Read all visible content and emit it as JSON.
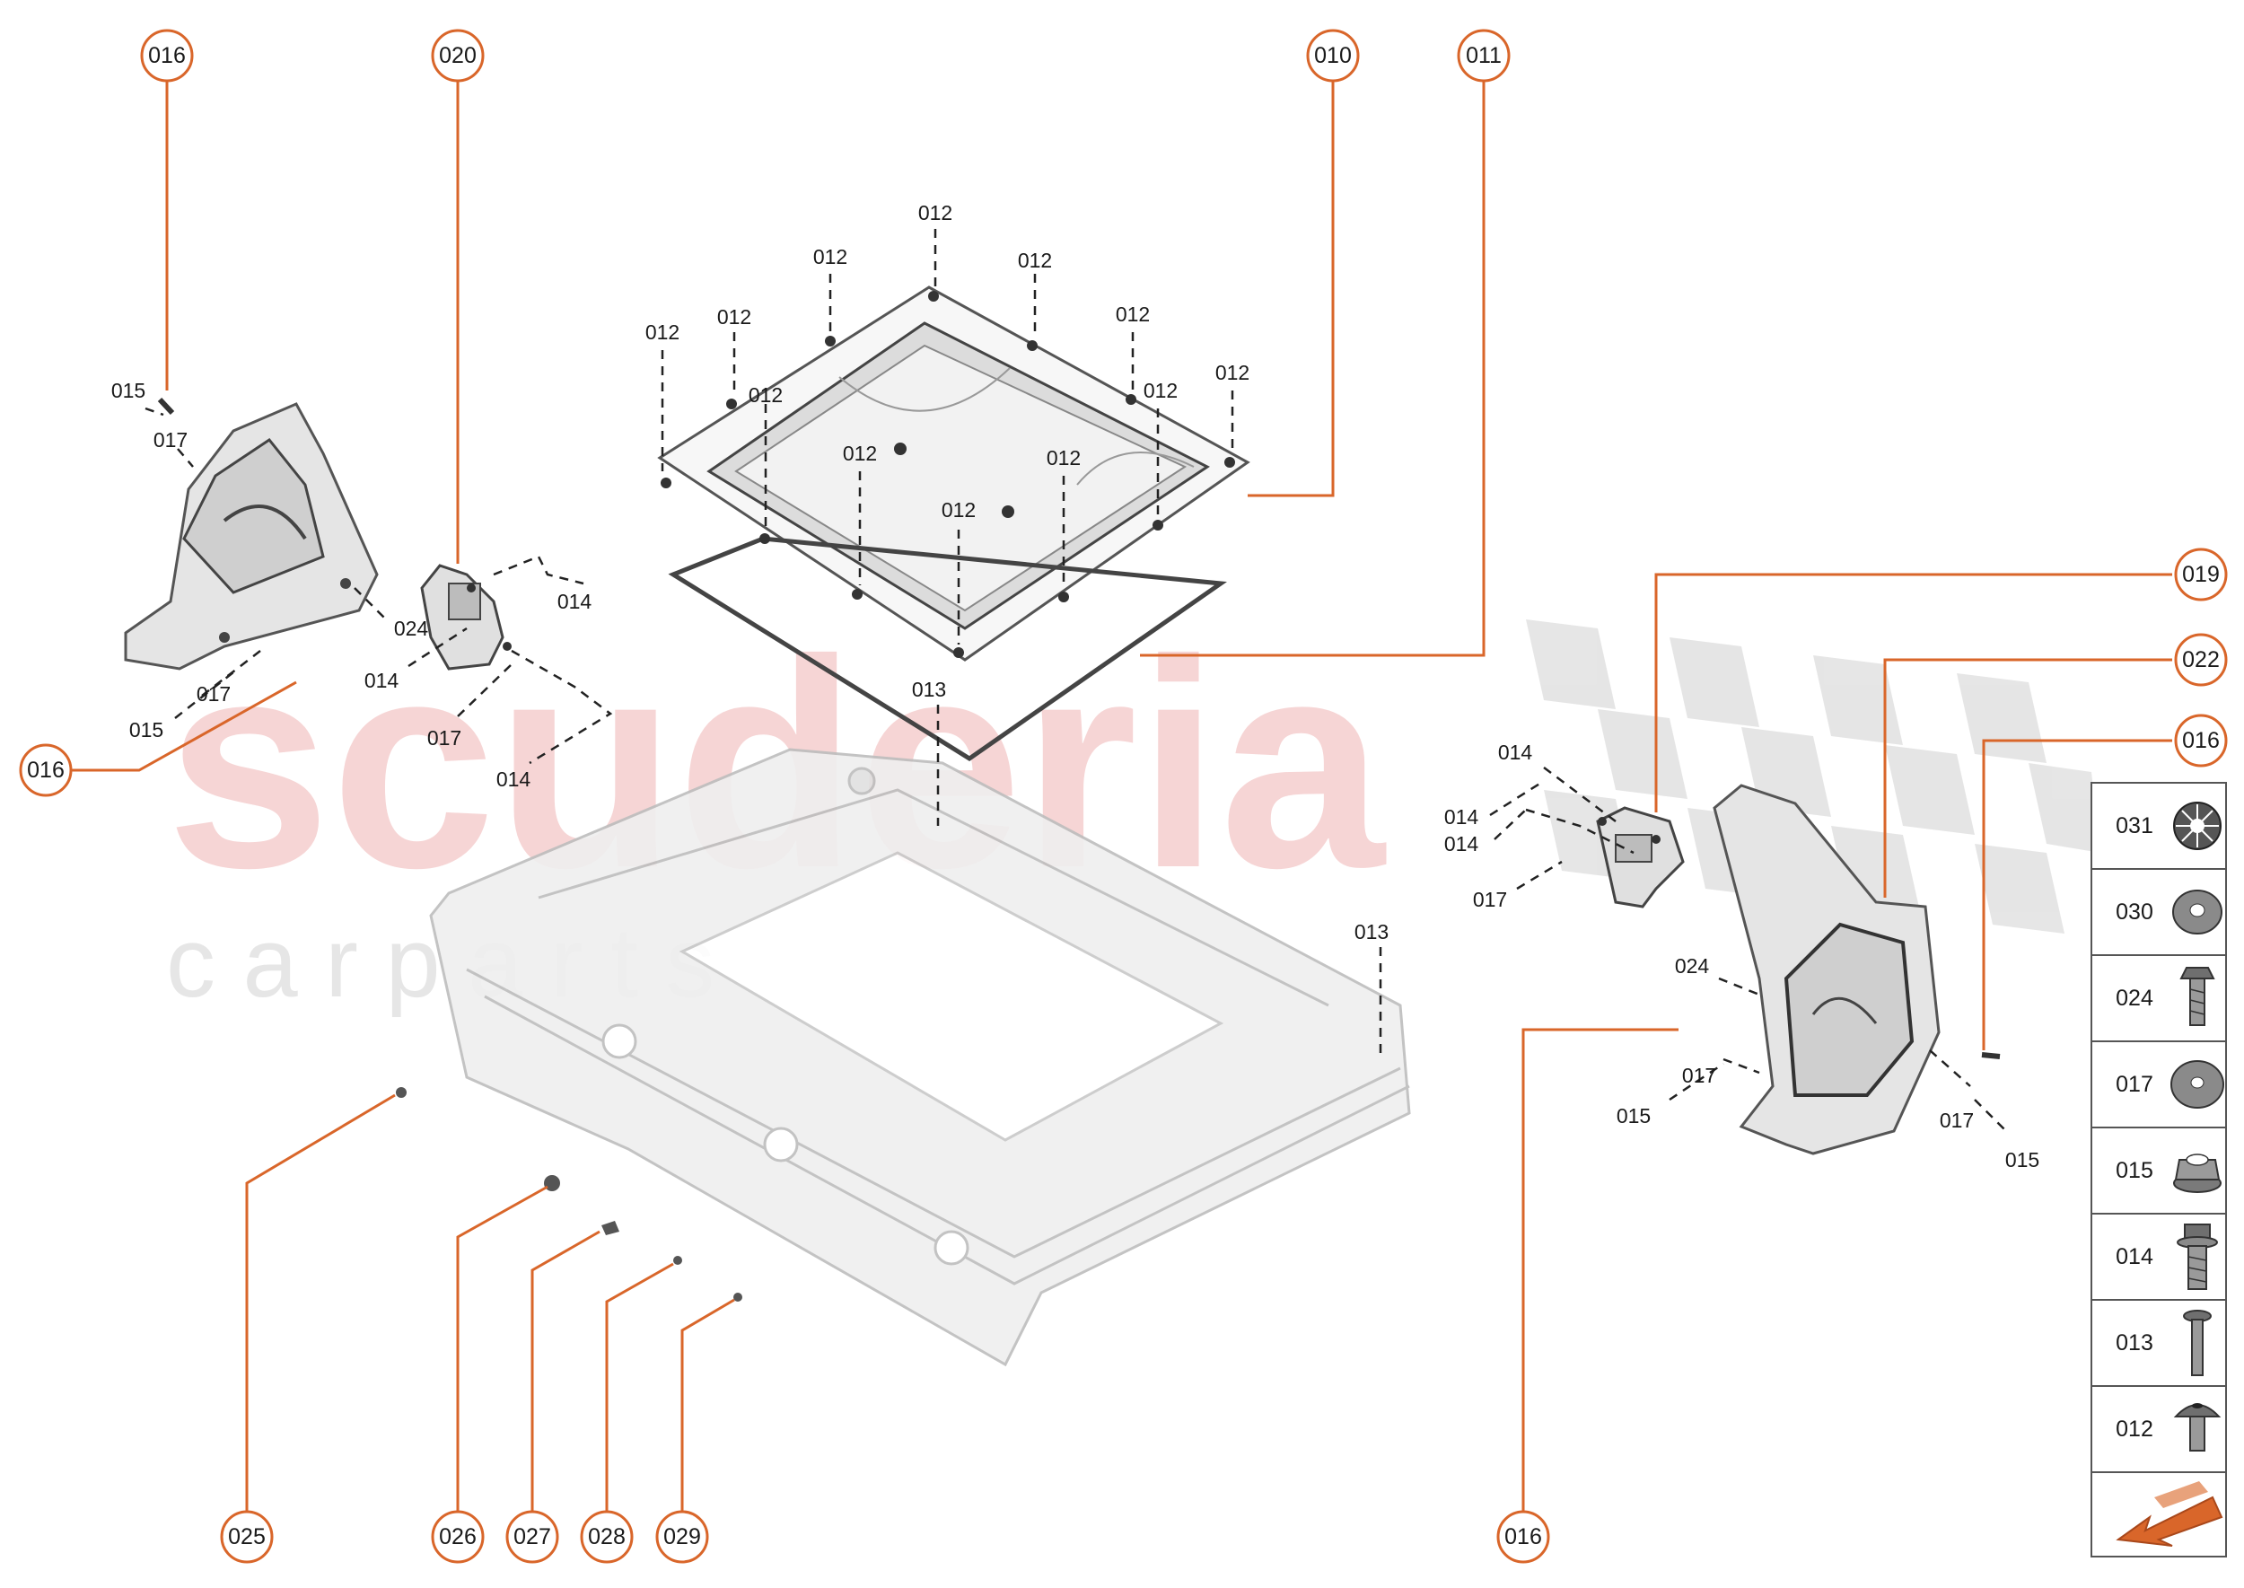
{
  "watermark": {
    "brand": "scuderia",
    "tagline": "c a r p a r t s"
  },
  "colors": {
    "callout": "#d9662a",
    "line": "#222222",
    "part_fill": "#e8e8e8",
    "part_stroke": "#555555",
    "watermark": "#f4c7c7"
  },
  "callouts": [
    {
      "id": "016-top-left",
      "label": "016"
    },
    {
      "id": "020",
      "label": "020"
    },
    {
      "id": "010",
      "label": "010"
    },
    {
      "id": "011",
      "label": "011"
    },
    {
      "id": "019",
      "label": "019"
    },
    {
      "id": "022",
      "label": "022"
    },
    {
      "id": "016-right",
      "label": "016"
    },
    {
      "id": "016-left",
      "label": "016"
    },
    {
      "id": "025",
      "label": "025"
    },
    {
      "id": "026",
      "label": "026"
    },
    {
      "id": "027",
      "label": "027"
    },
    {
      "id": "028",
      "label": "028"
    },
    {
      "id": "029",
      "label": "029"
    },
    {
      "id": "016-bottom",
      "label": "016"
    }
  ],
  "labels": [
    "015",
    "017",
    "024",
    "014",
    "014",
    "017",
    "015",
    "017",
    "014",
    "012",
    "012",
    "012",
    "012",
    "012",
    "012",
    "012",
    "012",
    "012",
    "012",
    "012",
    "012",
    "013",
    "013",
    "014",
    "014",
    "014",
    "017",
    "024",
    "017",
    "015",
    "017",
    "015"
  ],
  "legend": [
    {
      "code": "031",
      "icon": "spring-clip-icon"
    },
    {
      "code": "030",
      "icon": "washer-icon"
    },
    {
      "code": "024",
      "icon": "hex-bolt-icon"
    },
    {
      "code": "017",
      "icon": "flat-washer-icon"
    },
    {
      "code": "015",
      "icon": "flange-nut-icon"
    },
    {
      "code": "014",
      "icon": "flange-bolt-icon"
    },
    {
      "code": "013",
      "icon": "long-screw-icon"
    },
    {
      "code": "012",
      "icon": "button-head-screw-icon"
    }
  ],
  "navigation": {
    "icon": "next-arrow-icon"
  }
}
